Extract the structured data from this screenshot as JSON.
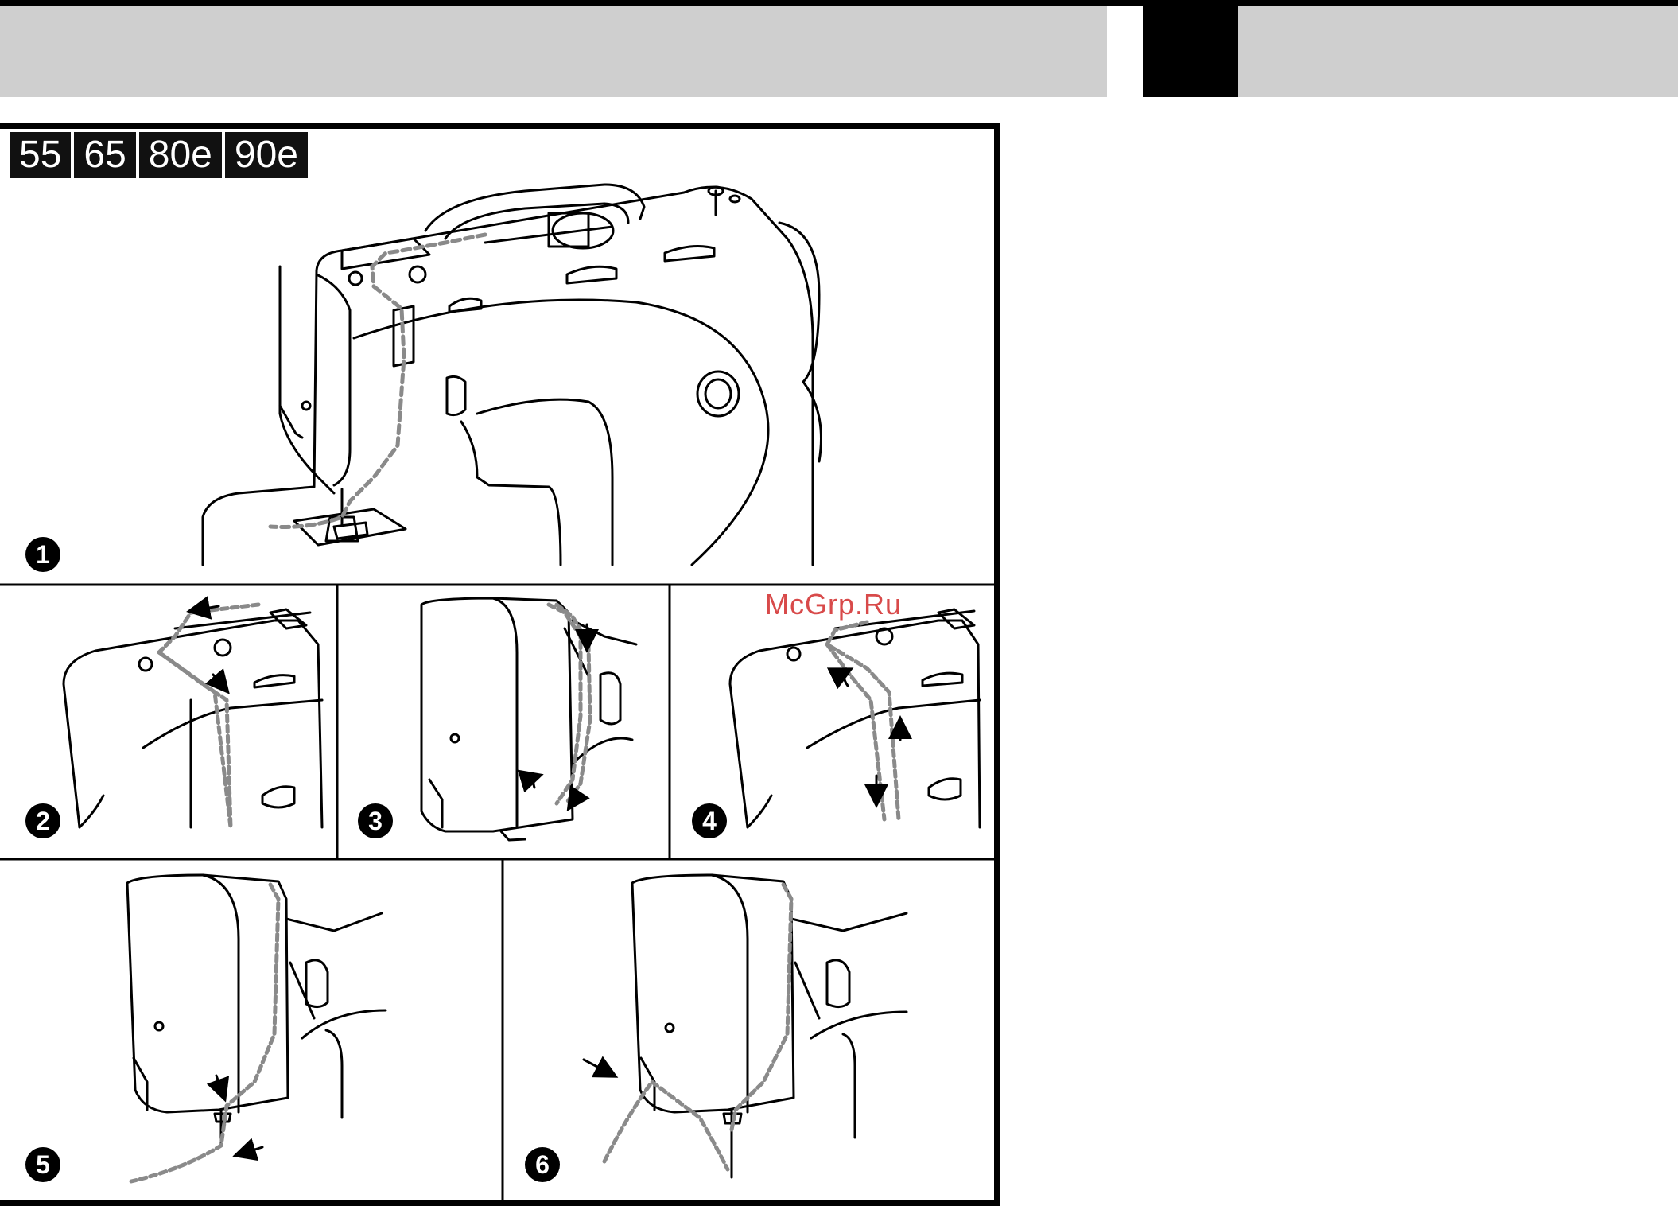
{
  "models": [
    "55",
    "65",
    "80e",
    "90e"
  ],
  "steps": [
    "1",
    "2",
    "3",
    "4",
    "5",
    "6"
  ],
  "watermark": "McGrp.Ru",
  "colors": {
    "header_gray": "#cfcfcf",
    "thread": "#8a8a8a",
    "ink": "#000000",
    "watermark": "#d22b2b"
  }
}
